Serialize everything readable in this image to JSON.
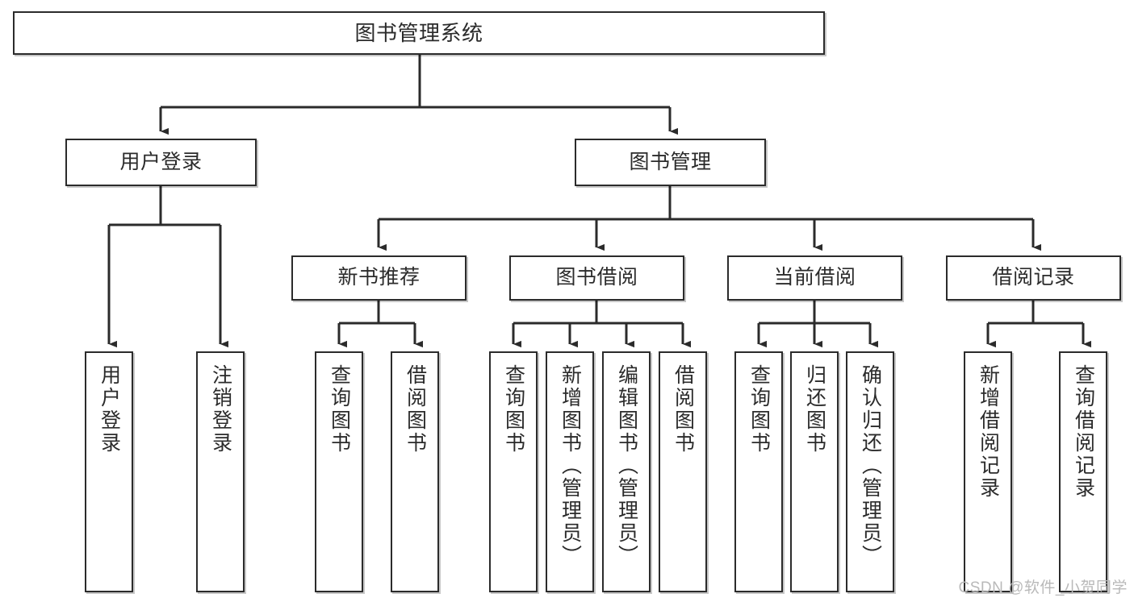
{
  "diagram": {
    "type": "tree",
    "title": "图书管理系统",
    "watermark": "CSDN @软件_小贺同学",
    "colors": {
      "box_border": "#2b2b2b",
      "box_fill": "#ffffff",
      "edge": "#2b2b2b",
      "watermark": "#b9b9b9",
      "background": "#ffffff"
    },
    "levels": {
      "root": {
        "label": "图书管理系统"
      },
      "level2": [
        {
          "label": "用户登录"
        },
        {
          "label": "图书管理"
        }
      ],
      "level3": [
        {
          "label": "新书推荐"
        },
        {
          "label": "图书借阅"
        },
        {
          "label": "当前借阅"
        },
        {
          "label": "借阅记录"
        }
      ],
      "leaves": {
        "user_login": [
          {
            "label": "用户登录"
          },
          {
            "label": "注销登录"
          }
        ],
        "new_book": [
          {
            "label": "查询图书"
          },
          {
            "label": "借阅图书"
          }
        ],
        "book_borrow": [
          {
            "label": "查询图书"
          },
          {
            "label": "新增图书（管理员）"
          },
          {
            "label": "编辑图书（管理员）"
          },
          {
            "label": "借阅图书"
          }
        ],
        "current_borrow": [
          {
            "label": "查询图书"
          },
          {
            "label": "归还图书"
          },
          {
            "label": "确认归还（管理员）"
          }
        ],
        "borrow_record": [
          {
            "label": "新增借阅记录"
          },
          {
            "label": "查询借阅记录"
          }
        ]
      }
    }
  }
}
